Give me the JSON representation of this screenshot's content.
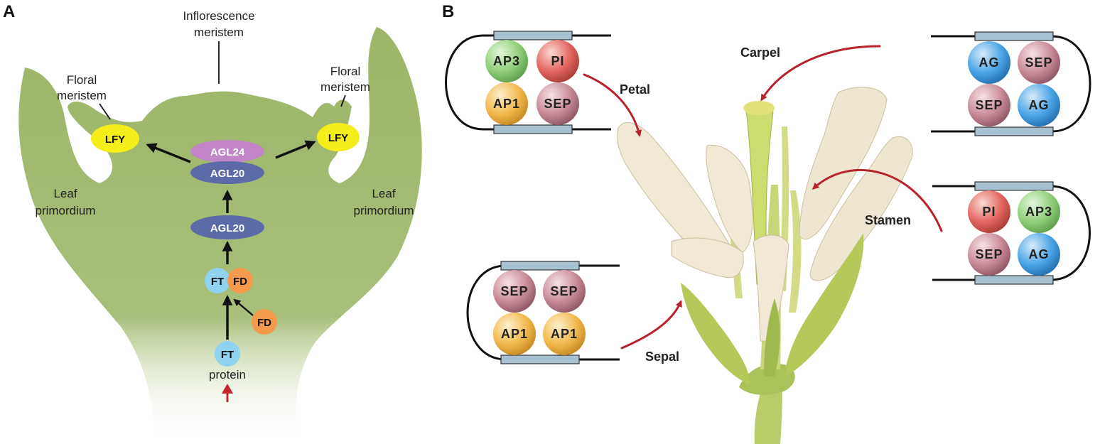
{
  "panel_a": {
    "letter": "A",
    "inflorescence": [
      "Inflorescence",
      "meristem"
    ],
    "floral_left": [
      "Floral",
      "meristem"
    ],
    "floral_right": [
      "Floral",
      "meristem"
    ],
    "leaf_left": [
      "Leaf",
      "primordium"
    ],
    "leaf_right": [
      "Leaf",
      "primordium"
    ],
    "nodes": {
      "lfy_left": "LFY",
      "lfy_right": "LFY",
      "agl24": "AGL24",
      "agl20_top": "AGL20",
      "agl20_mid": "AGL20",
      "ft_top": "FT",
      "fd_top": "FD",
      "fd_side": "FD",
      "ft_bottom": "FT"
    },
    "protein": "protein"
  },
  "panel_b": {
    "letter": "B",
    "organs": {
      "petal": "Petal",
      "carpel": "Carpel",
      "stamen": "Stamen",
      "sepal": "Sepal"
    },
    "complexes": {
      "petal": [
        "AP3",
        "PI",
        "AP1",
        "SEP"
      ],
      "carpel": [
        "AG",
        "SEP",
        "SEP",
        "AG"
      ],
      "stamen": [
        "PI",
        "AP3",
        "SEP",
        "AG"
      ],
      "sepal": [
        "SEP",
        "SEP",
        "AP1",
        "AP1"
      ]
    }
  },
  "colors": {
    "tissue_green": "#9db46a",
    "lfy_yellow": "#f5ee1a",
    "agl24_purple": "#c286c8",
    "agl20_blue": "#5d6aa8",
    "ft_blue": "#8fd3f0",
    "fd_orange": "#f49a4c",
    "arrow_red": "#c0282e",
    "ap3": "#8fcf79",
    "pi": "#e2665e",
    "ap1": "#f2b94c",
    "sep": "#c98a97",
    "ag": "#4aa4e6"
  }
}
